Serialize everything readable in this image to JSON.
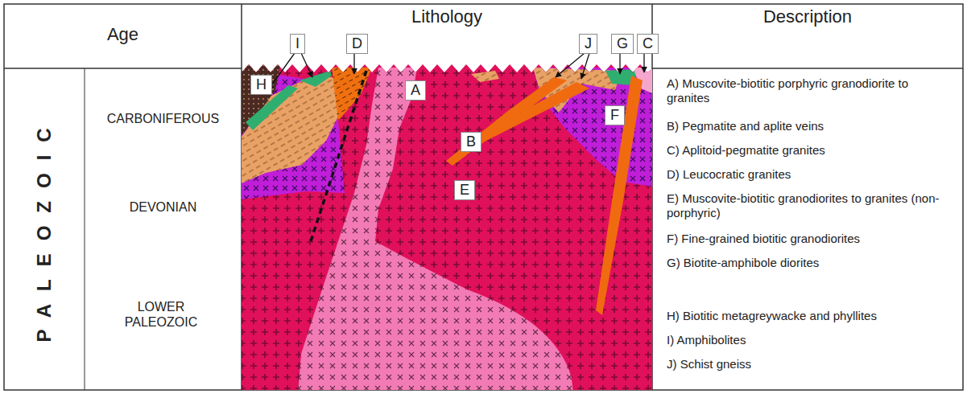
{
  "diagram": {
    "nodes": [
      {
        "text": [
          "I"
        ]
      },
      {
        "text": [
          "D"
        ]
      },
      {
        "text": [
          "J"
        ]
      },
      {
        "text": [
          "G"
        ]
      },
      {
        "text": [
          "C"
        ]
      },
      {
        "text": [
          "H"
        ]
      },
      {
        "text": [
          "A"
        ]
      },
      {
        "text": [
          "F"
        ]
      },
      {
        "text": [
          "B"
        ]
      },
      {
        "text": [
          "E"
        ]
      }
    ],
    "edges": [],
    "labels": [
      "Age",
      "Lithology",
      "Description",
      "PALEOZOIC",
      "CARBONIFEROUS",
      "DEVONIAN",
      "LOWER PALEOZOIC",
      "A) Muscovite-biotitic porphyric granodiorite to granites",
      "B) Pegmatite and aplite veins",
      "C) Aplitoid-pegmatite granites",
      "D) Leucocratic granites",
      "E) Muscovite-biotitic granodiorites to granites (non-porphyric)",
      "F) Fine-grained biotitic granodiorites",
      "G) Biotite-amphibole diorites",
      "H) Biotitic metagreywacke and phyllites",
      "I) Amphibolites",
      "J) Schist gneiss"
    ]
  }
}
